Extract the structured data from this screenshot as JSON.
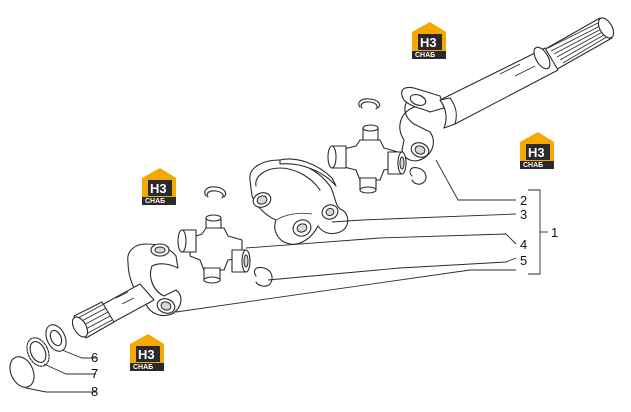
{
  "callouts": [
    {
      "id": "1",
      "label": "1"
    },
    {
      "id": "2",
      "label": "2"
    },
    {
      "id": "3",
      "label": "3"
    },
    {
      "id": "4",
      "label": "4"
    },
    {
      "id": "5",
      "label": "5"
    },
    {
      "id": "6",
      "label": "6"
    },
    {
      "id": "7",
      "label": "7"
    },
    {
      "id": "8",
      "label": "8"
    }
  ],
  "watermark": {
    "main": "H3",
    "sub": "CHAБ"
  },
  "colors": {
    "logo_orange": "#f5a800",
    "logo_dark": "#2a2a2a",
    "line": "#2b2b2b"
  }
}
